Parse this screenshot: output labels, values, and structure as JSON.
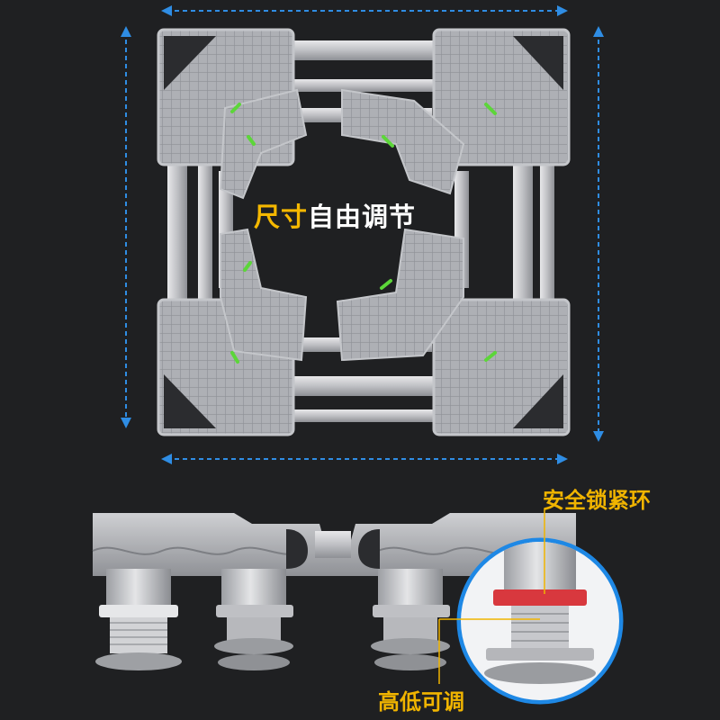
{
  "center_title": {
    "part1": "尺寸",
    "part2": "自由调节"
  },
  "callouts": {
    "lock_ring": "安全锁紧环",
    "height_adjust": "高低可调"
  },
  "colors": {
    "background": "#1f2022",
    "accent_yellow": "#f5b800",
    "arrow_blue": "#2f8de4",
    "level_green": "#5cd639",
    "lock_ring_red": "#d8383e",
    "magnifier_blue": "#1e88e5"
  }
}
